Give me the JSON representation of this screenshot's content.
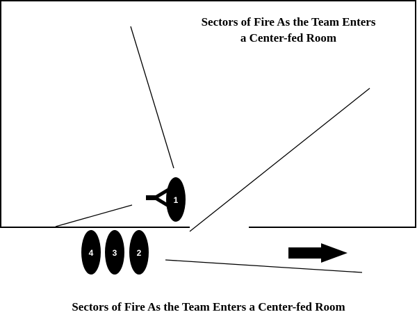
{
  "diagram": {
    "title_line1": "Sectors of Fire As the Team Enters",
    "title_line2": "a Center-fed Room",
    "caption": "Sectors of Fire As the Team Enters a Center-fed Room",
    "members": [
      {
        "id": "1",
        "label": "1"
      },
      {
        "id": "2",
        "label": "2"
      },
      {
        "id": "3",
        "label": "3"
      },
      {
        "id": "4",
        "label": "4"
      }
    ]
  },
  "colors": {
    "ink": "#000000",
    "background": "#ffffff",
    "marker_text": "#ffffff"
  }
}
